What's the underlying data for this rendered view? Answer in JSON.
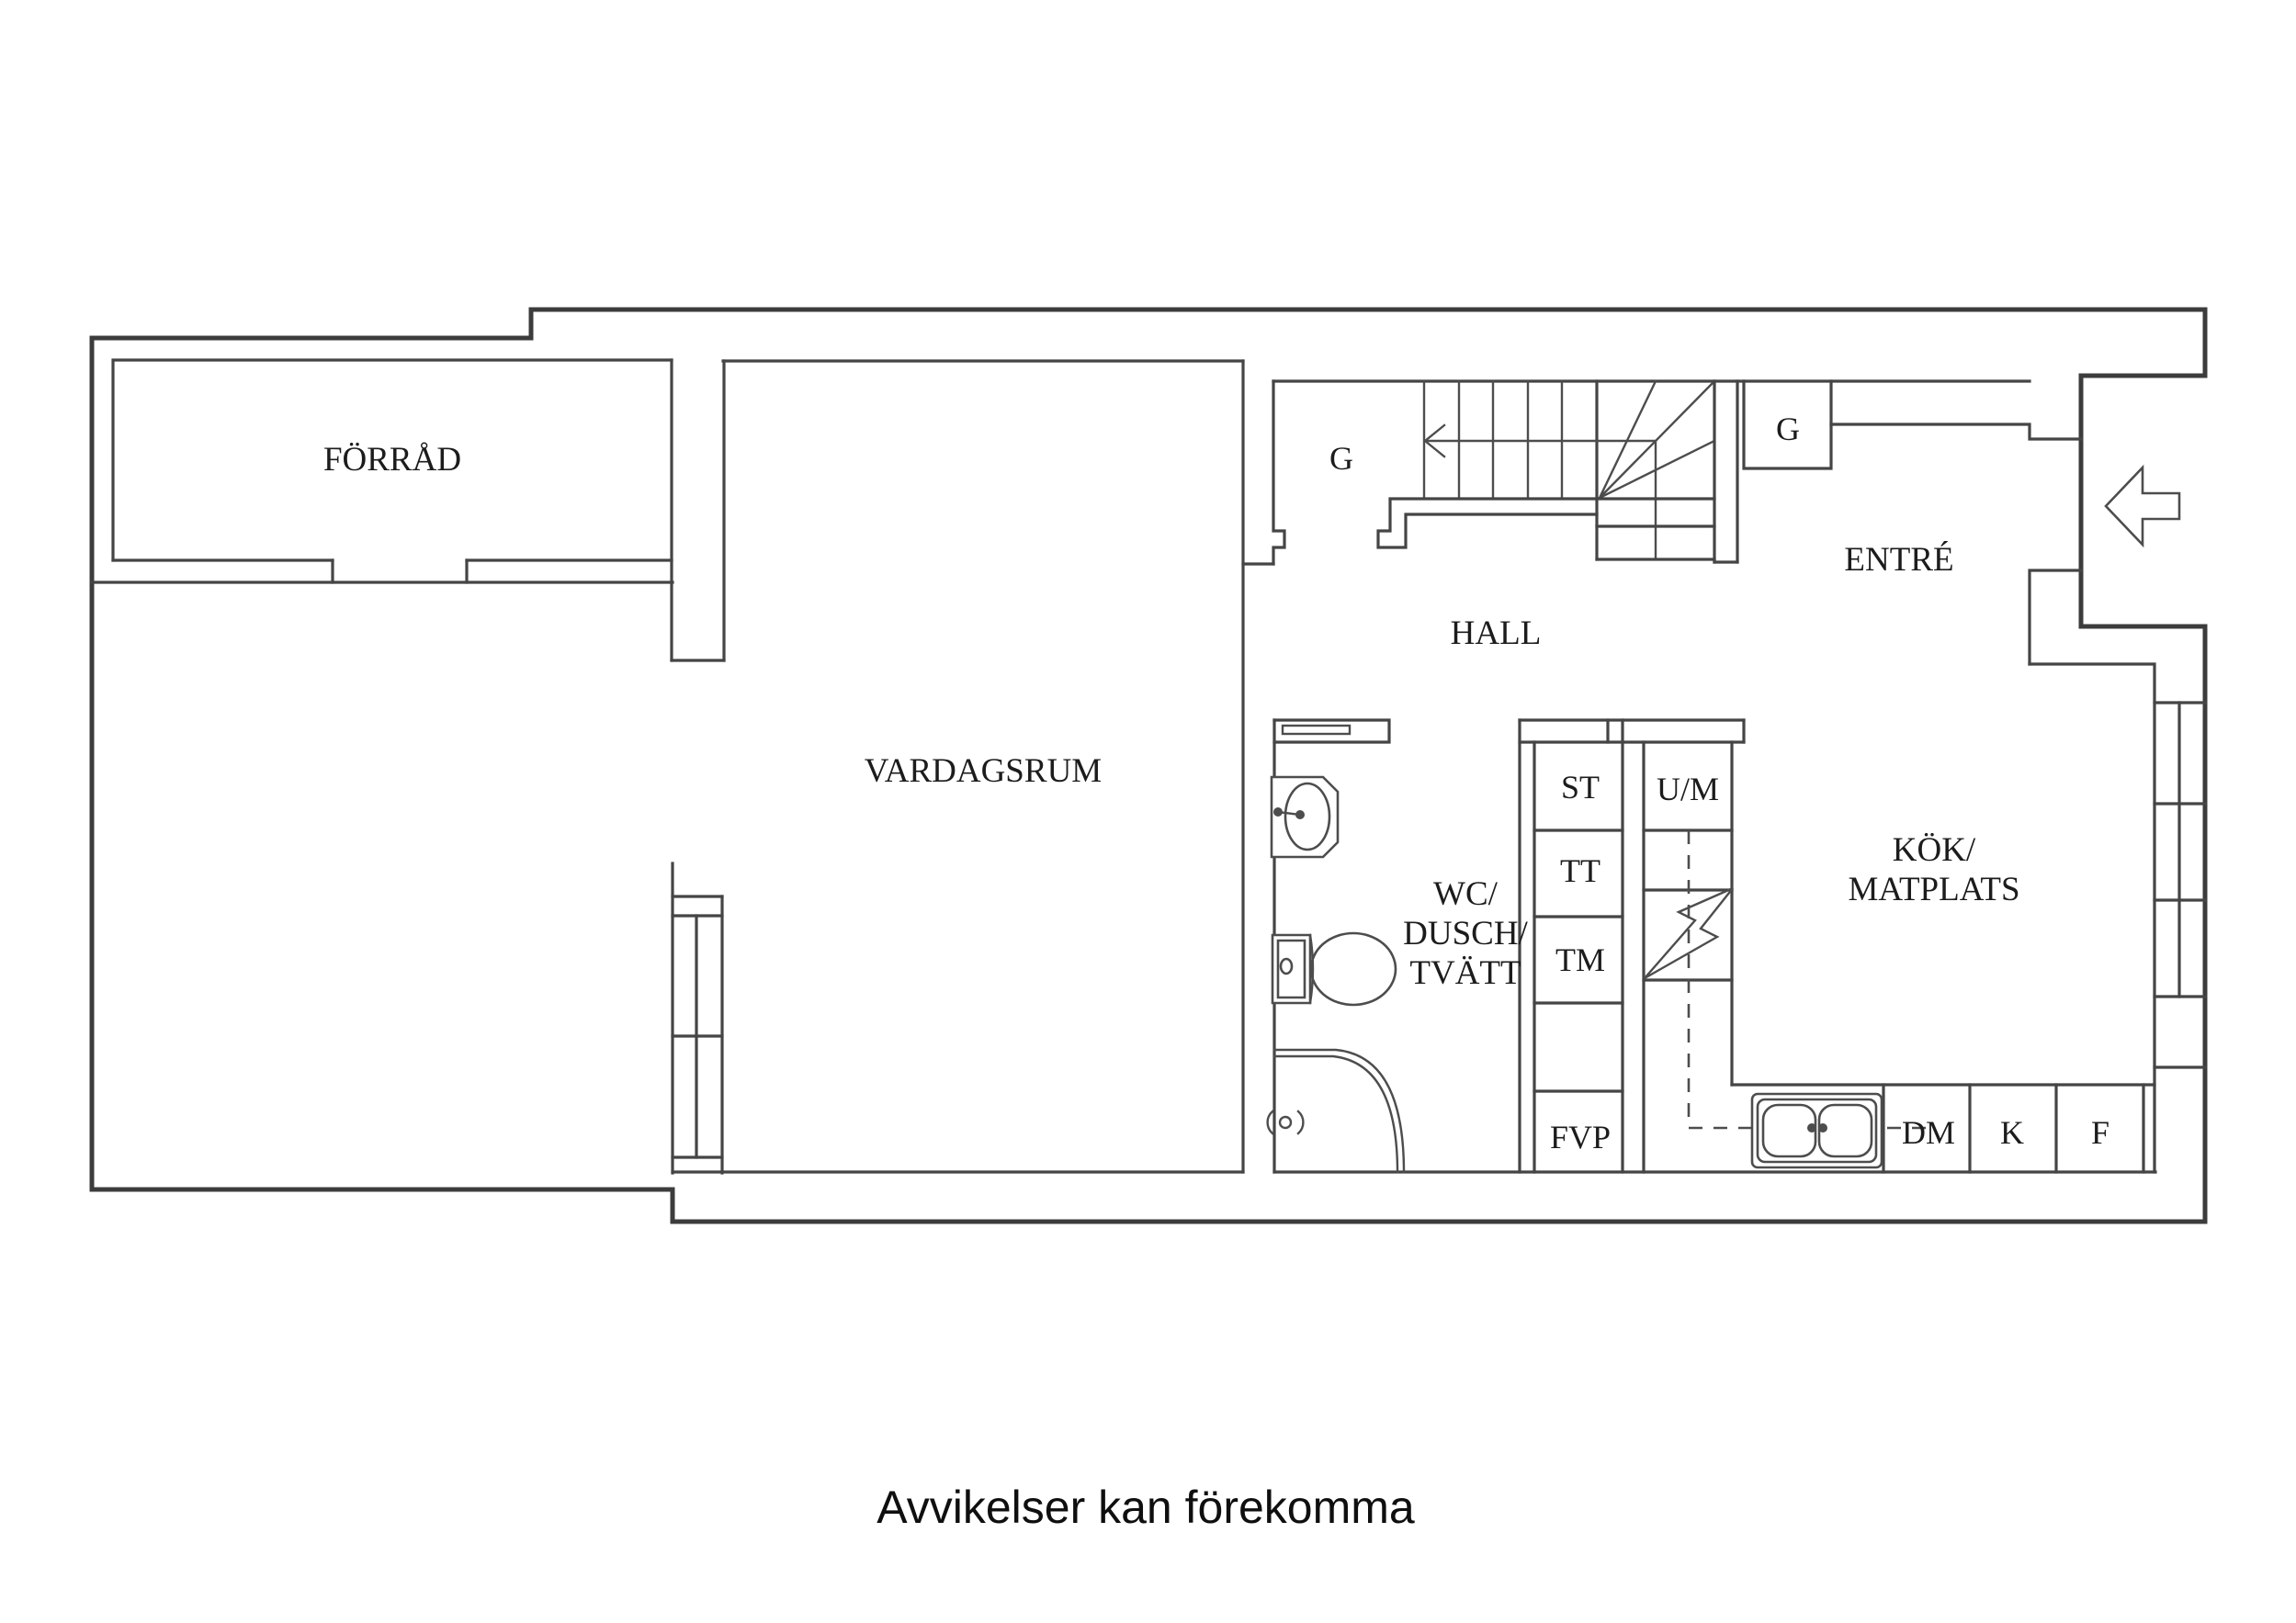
{
  "meta": {
    "type": "floor-plan",
    "background_color": "#ffffff",
    "wall_color": "#454545",
    "text_color": "#1c1c1c"
  },
  "rooms": {
    "forrad": {
      "label": "FÖRRÅD"
    },
    "vardagsrum": {
      "label": "VARDAGSRUM"
    },
    "hall": {
      "label": "HALL"
    },
    "entre": {
      "label": "ENTRÉ"
    },
    "wc": {
      "line1": "WC/",
      "line2": "DUSCH/",
      "line3": "TVÄTT"
    },
    "kok": {
      "line1": "KÖK/",
      "line2": "MATPLATS"
    }
  },
  "fixtures": {
    "closet_by_stairs": "G",
    "closet_by_entre": "G",
    "st": "ST",
    "tt": "TT",
    "tm": "TM",
    "fvp": "FVP",
    "um": "U/M",
    "dm": "DM",
    "k": "K",
    "f": "F"
  },
  "footer": {
    "disclaimer": "Avvikelser kan förekomma"
  }
}
